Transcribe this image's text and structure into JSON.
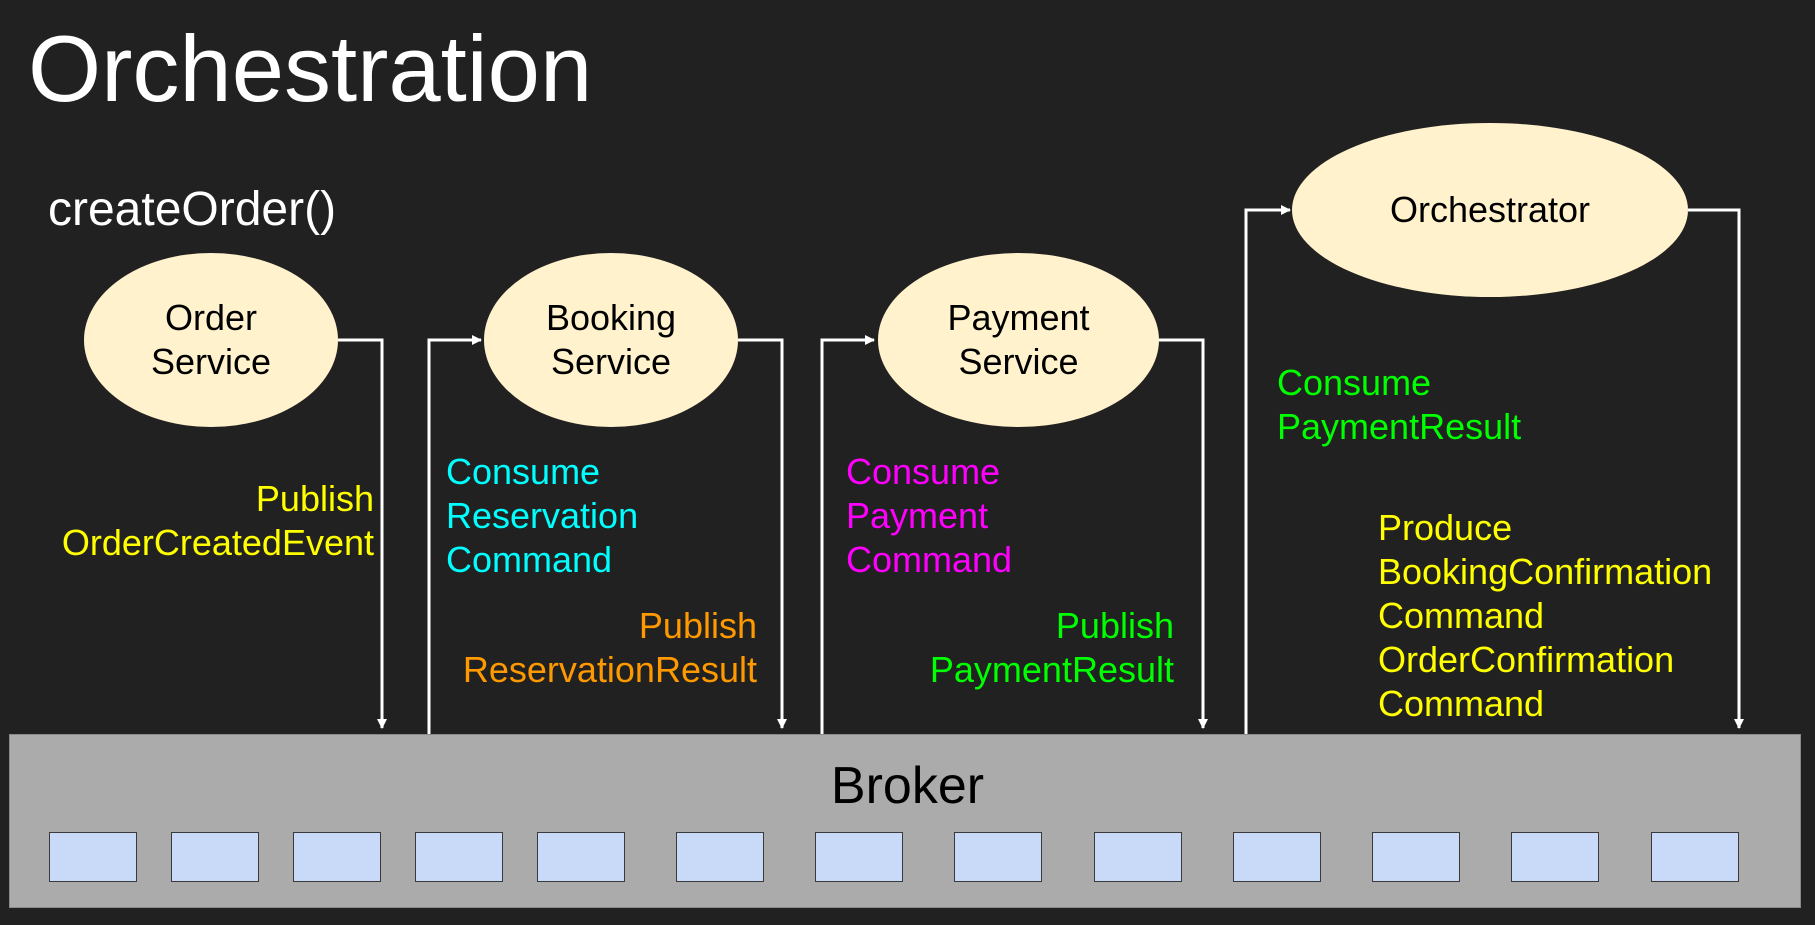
{
  "title": "Orchestration",
  "trigger": "createOrder()",
  "nodes": {
    "order_service": "Order\nService",
    "booking_service": "Booking\nService",
    "payment_service": "Payment\nService",
    "orchestrator": "Orchestrator"
  },
  "labels": {
    "order_publish": "Publish\nOrderCreatedEvent",
    "booking_consume": "Consume\nReservation\nCommand",
    "booking_publish": "Publish\nReservationResult",
    "payment_consume": "Consume\nPayment\nCommand",
    "payment_publish": "Publish\nPaymentResult",
    "orchestrator_consume": "Consume\nPaymentResult",
    "orchestrator_produce": "Produce\nBookingConfirmation\nCommand\nOrderConfirmation\nCommand"
  },
  "broker": {
    "label": "Broker",
    "queue_count": 13
  },
  "colors": {
    "background": "#212121",
    "node_fill": "#fff2cc",
    "broker_fill": "#ababab",
    "queue_fill": "#c9daf8",
    "yellow": "#ffff00",
    "cyan": "#00ffff",
    "orange": "#ff9900",
    "magenta": "#ff00ff",
    "green": "#00ff00"
  }
}
